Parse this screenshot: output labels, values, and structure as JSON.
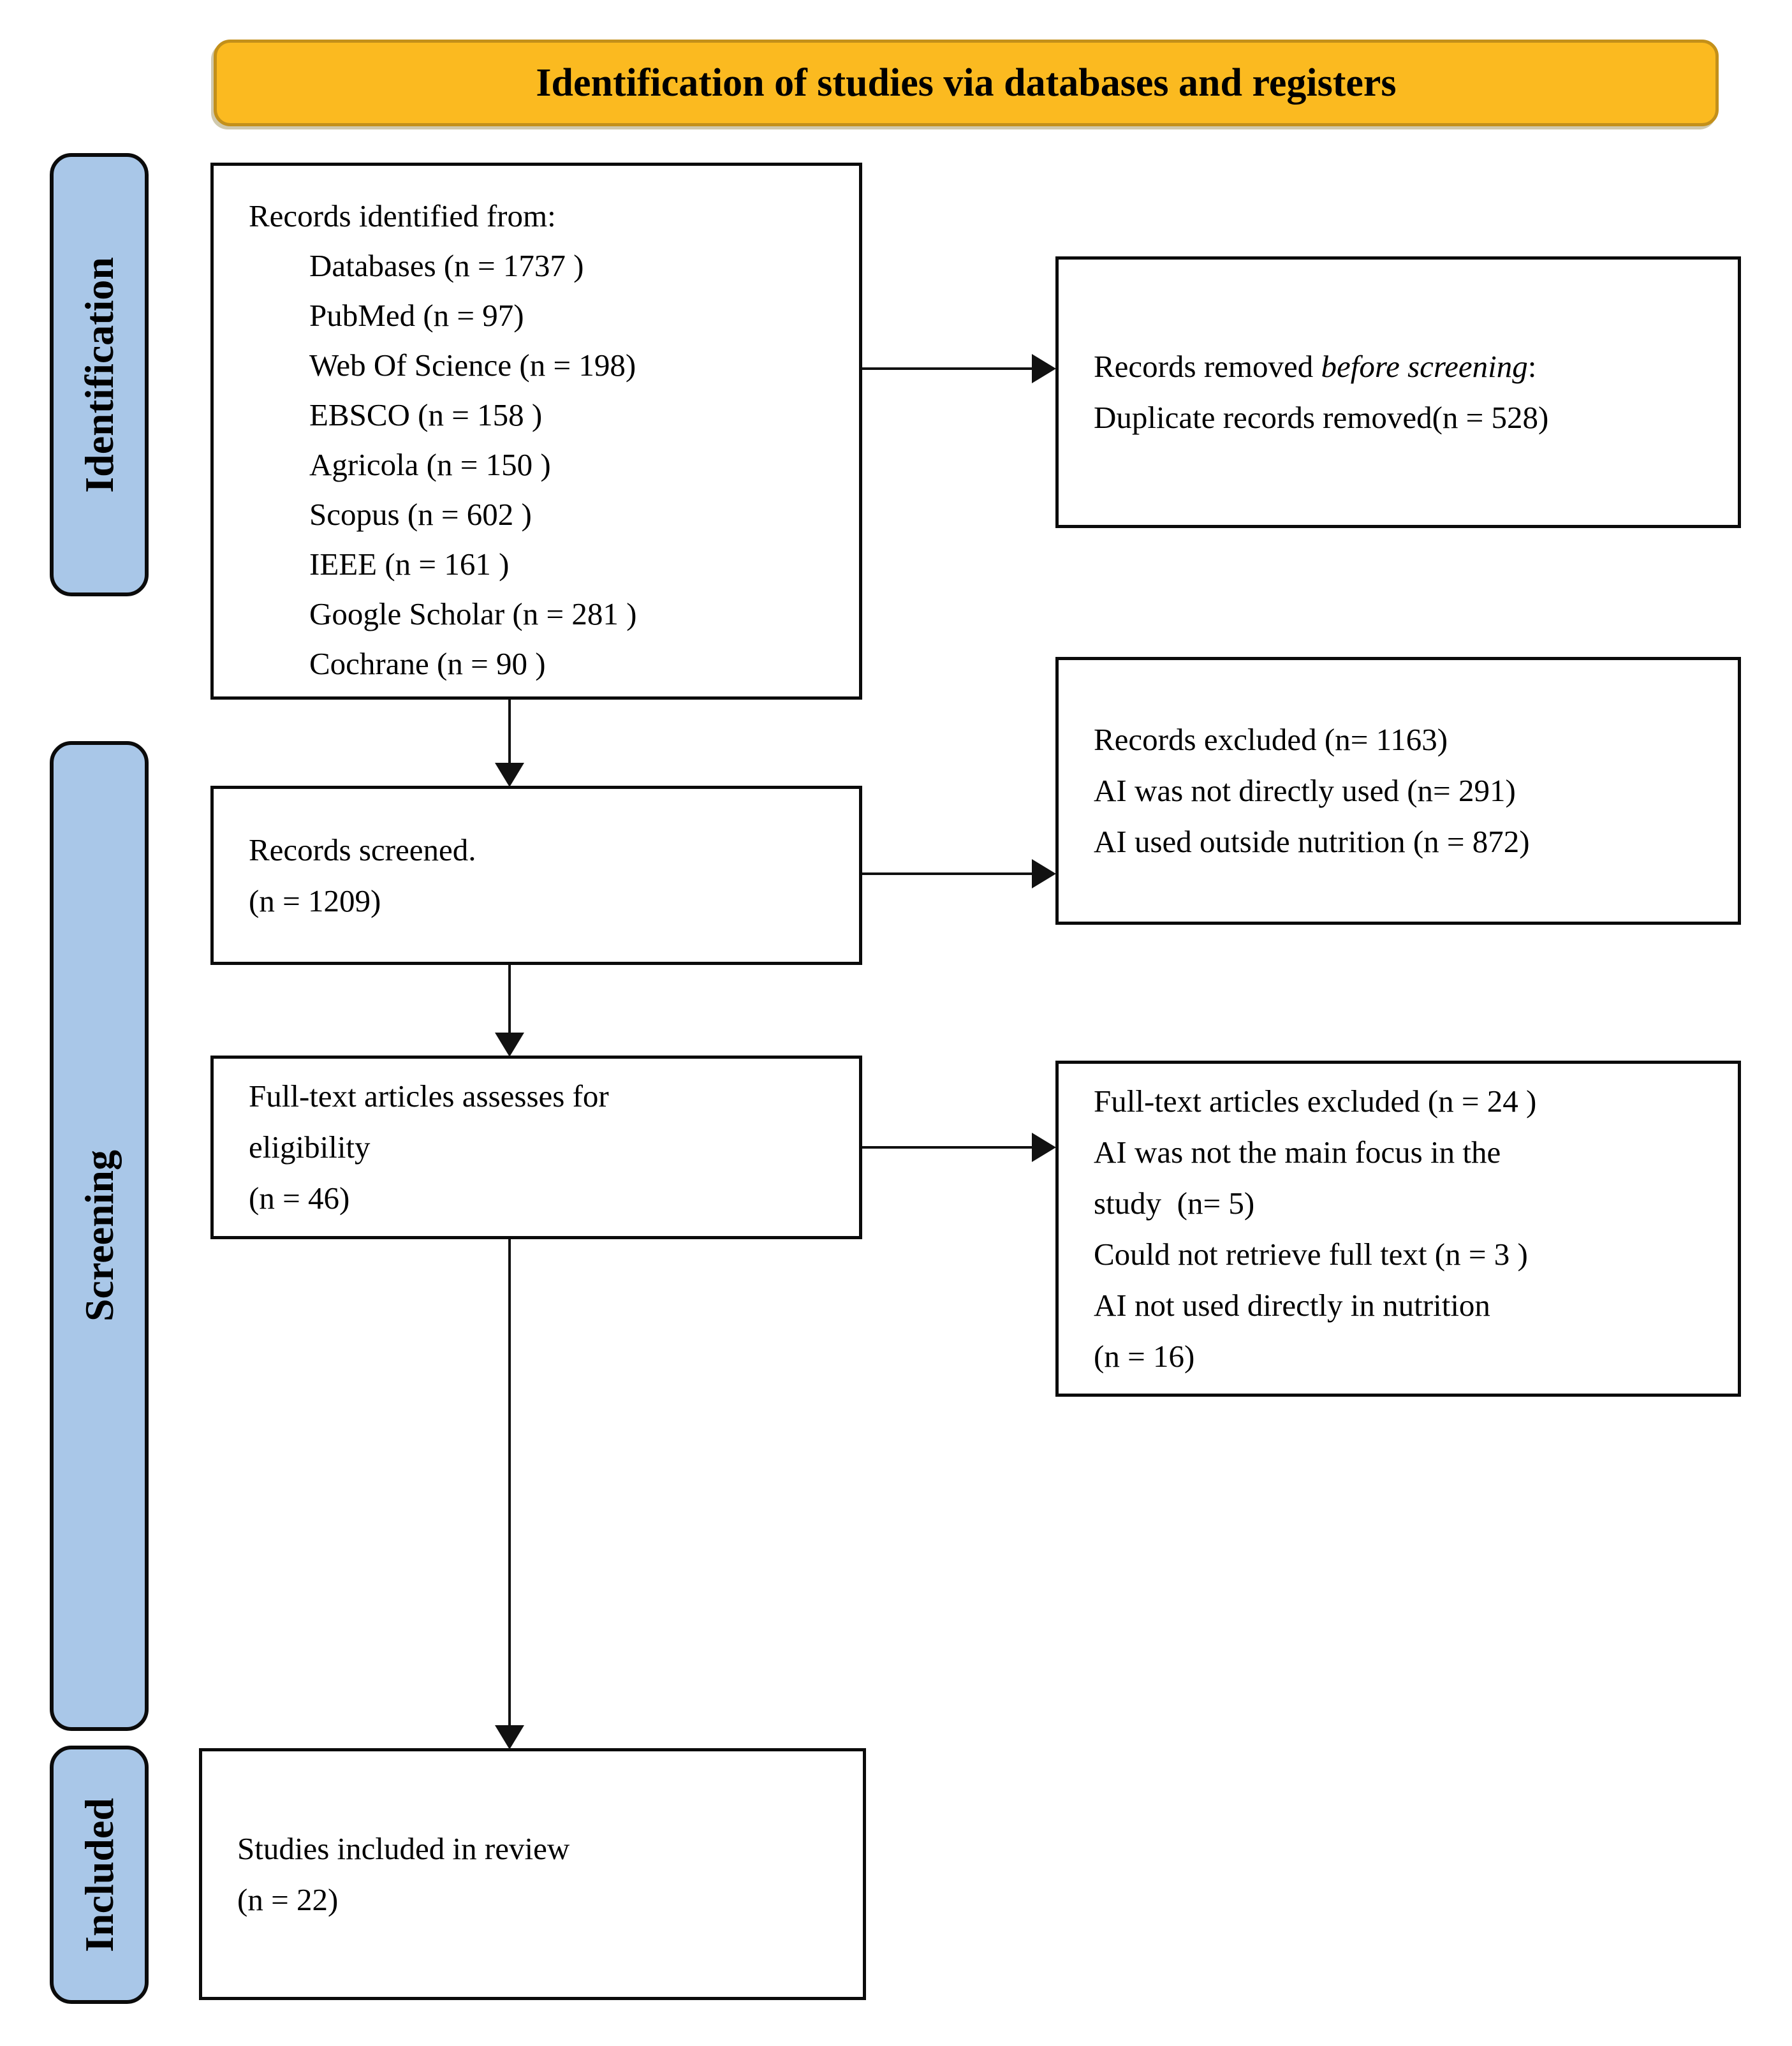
{
  "title": "Identification of studies via databases and registers",
  "stages": {
    "identification": "Identification",
    "screening": "Screening",
    "included": "Included"
  },
  "boxes": {
    "records_identified": {
      "header": "Records identified from:",
      "items": [
        "Databases (n = 1737 )",
        "PubMed (n = 97)",
        "Web Of Science (n = 198)",
        "EBSCO (n = 158 )",
        "Agricola (n = 150 )",
        "Scopus (n = 602 )",
        "IEEE (n = 161 )",
        "Google Scholar (n = 281 )",
        "Cochrane (n = 90 )"
      ]
    },
    "records_removed": {
      "prefix": "Records removed ",
      "italic": "before screening",
      "suffix": ":",
      "line2": "Duplicate records removed(n = 528)"
    },
    "records_screened": {
      "lines": [
        "Records screened.",
        "(n = 1209)"
      ]
    },
    "records_excluded": {
      "lines": [
        "Records excluded (n= 1163)",
        "AI was not directly used (n= 291)",
        "AI used outside nutrition (n = 872)"
      ]
    },
    "fulltext_assessed": {
      "lines": [
        "Full-text articles assesses for",
        "eligibility",
        "(n = 46)"
      ]
    },
    "fulltext_excluded": {
      "lines": [
        "Full-text articles excluded (n = 24 )",
        "AI was not the main focus in the",
        "study  (n= 5)",
        "Could not retrieve full text (n = 3 )",
        "AI not used directly in nutrition",
        "(n = 16)"
      ]
    },
    "studies_included": {
      "lines": [
        "Studies included in review",
        "(n = 22)"
      ]
    }
  },
  "colors": {
    "banner-fill": "#FBBA20",
    "banner-border": "#C3901A",
    "stage-fill": "#A9C7E8",
    "stage-border": "#0B0B0B",
    "box-border": "#0B0B0B",
    "line": "#111111"
  }
}
